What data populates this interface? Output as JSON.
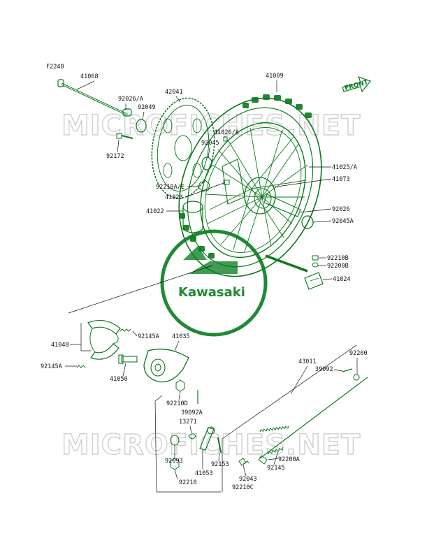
{
  "diagram": {
    "figure_code": "F2240",
    "direction_tag": "FRONT",
    "watermark": "MICROFICHES.NET",
    "brand_logo": "Kawasaki",
    "ink_color": "#0a7a1c",
    "part_labels": {
      "p41068": "41068",
      "p92026a": "92026/A",
      "p92049": "92049",
      "p42041": "42041",
      "p92172": "92172",
      "p41009": "41009",
      "p41026a": "41026/A",
      "p92045": "92045",
      "p41025a": "41025/A",
      "p41073": "41073",
      "p92210ae": "92210A/E",
      "p41023": "41023",
      "p41022": "41022",
      "p92026": "92026",
      "p92045a": "92045A",
      "p92210b": "92210B",
      "p92200b": "92200B",
      "p41024": "41024",
      "p41048": "41048",
      "p92145a_top": "92145A",
      "p41035": "41035",
      "p92145a_left": "92145A",
      "p41050": "41050",
      "p92210d": "92210D",
      "p39092a": "39092A",
      "p13271": "13271",
      "p43011": "43011",
      "p92200": "92200",
      "p39092": "39092",
      "p92093": "92093",
      "p92210": "92210",
      "p41053": "41053",
      "p92153": "92153",
      "p92043": "92043",
      "p92145": "92145",
      "p92200a": "92200A",
      "p92210c": "92210C"
    }
  }
}
